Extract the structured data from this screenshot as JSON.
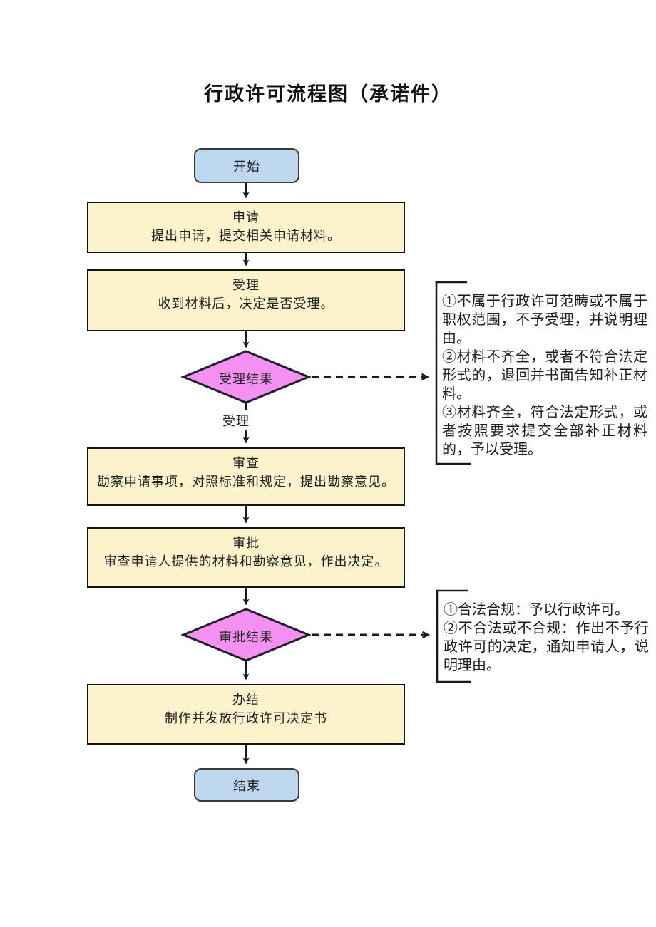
{
  "title": "行政许可流程图（承诺件）",
  "flowchart": {
    "start_label": "开始",
    "end_label": "结束",
    "steps": [
      {
        "name": "申请",
        "desc": "提出申请，提交相关申请材料。"
      },
      {
        "name": "受理",
        "desc": "收到材料后，决定是否受理。"
      },
      {
        "name": "审查",
        "desc": "勘察申请事项，对照标准和规定，提出勘察意见。"
      },
      {
        "name": "审批",
        "desc": "审查申请人提供的材料和勘察意见，作出决定。"
      },
      {
        "name": "办结",
        "desc": "制作并发放行政许可决定书"
      }
    ],
    "decisions": [
      {
        "label": "受理结果"
      },
      {
        "label": "审批结果"
      }
    ],
    "edge_label_accept": "受理"
  },
  "annotations": [
    {
      "items": [
        "①不属于行政许可范畴或不属于职权范围，不予受理，并说明理由。",
        "②材料不齐全，或者不符合法定形式的，退回并书面告知补正材料。",
        "③材料齐全，符合法定形式，或者按照要求提交全部补正材料的，予以受理。"
      ]
    },
    {
      "items": [
        "①合法合规：予以行政许可。",
        "②不合法或不合规：作出不予行政许可的决定，通知申请人，说明理由。"
      ]
    }
  ],
  "colors": {
    "background": "#ffffff",
    "terminal_fill": "#bdd7ee",
    "process_fill": "#fcf2cc",
    "decision_fill": "#f390f0",
    "line": "#1a1a1a",
    "text": "#1f1f1f"
  }
}
